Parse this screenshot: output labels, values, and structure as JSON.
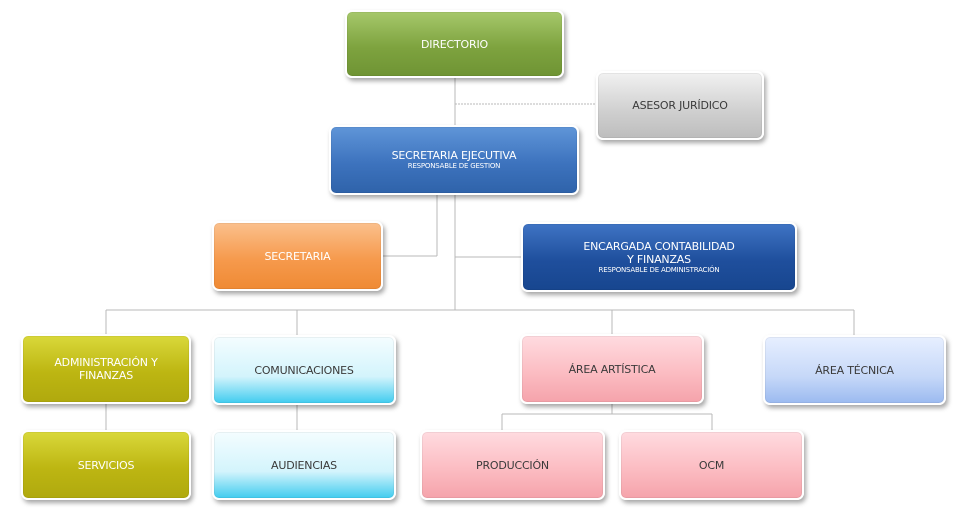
{
  "org_chart": {
    "directorio": {
      "label": "DIRECTORIO"
    },
    "asesor_juridico": {
      "label": "ASESOR JURÍDICO"
    },
    "secretaria_ejecutiva": {
      "label": "SECRETARIA EJECUTIVA",
      "sublabel": "RESPONSABLE DE GESTION"
    },
    "secretaria": {
      "label": "SECRETARIA"
    },
    "encargada_contabilidad": {
      "label_line1": "ENCARGADA CONTABILIDAD",
      "label_line2": "Y FINANZAS",
      "sublabel": "RESPONSABLE DE ADMINISTRACIÓN"
    },
    "administracion_finanzas": {
      "label_line1": "ADMINISTRACIÓN Y",
      "label_line2": "FINANZAS"
    },
    "comunicaciones": {
      "label": "COMUNICACIONES"
    },
    "area_artistica": {
      "label": "ÁREA ARTÍSTICA"
    },
    "area_tecnica": {
      "label": "ÁREA TÉCNICA"
    },
    "servicios": {
      "label": "SERVICIOS"
    },
    "audiencias": {
      "label": "AUDIENCIAS"
    },
    "produccion": {
      "label": "PRODUCCIÓN"
    },
    "ocm": {
      "label": "OCM"
    }
  },
  "colors": {
    "directorio": "#7ea33f",
    "asesor_juridico": "#c8c8c8",
    "secretaria_ejecutiva": "#3d73be",
    "secretaria": "#f69a4d",
    "encargada_contabilidad": "#1f4f9d",
    "administracion_finanzas": "#bdb612",
    "comunicaciones": "#41ccef",
    "area_artistica": "#fbbac0",
    "area_tecnica": "#c6d8f8",
    "connector": "#b5b5b5"
  }
}
